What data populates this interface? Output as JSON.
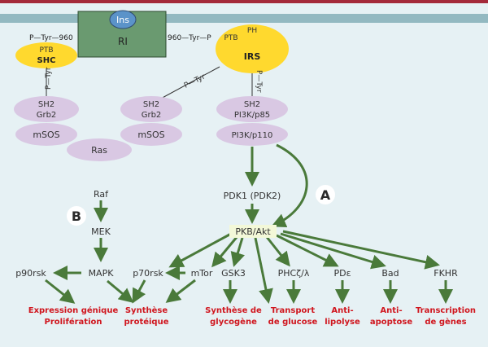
{
  "colors": {
    "background": "#e6f1f4",
    "top_stripe": "#a42a3a",
    "membrane": "#93b9c1",
    "receptor": "#6a9a70",
    "insulin": "#5b93c9",
    "yellow": "#ffd92e",
    "lavender": "#d9c8e3",
    "arrow": "#4a7a3a",
    "output_text": "#d0161e",
    "label_a_bg": "#ffffff",
    "label_a_text": "#2a2a2a"
  },
  "receptor": {
    "insulin": "Ins",
    "name": "RI",
    "left_site": "P—Tyr—960",
    "right_site": "960—Tyr—P"
  },
  "shc": {
    "ptb": "PTB",
    "name": "SHC",
    "link": "P—Tyr"
  },
  "irs": {
    "ph": "PH",
    "ptb": "PTB",
    "name": "IRS",
    "link_right": "P—Tyr",
    "link_left": "P—Tyr"
  },
  "grb2_left": {
    "sh2": "SH2",
    "name": "Grb2"
  },
  "grb2_mid": {
    "sh2": "SH2",
    "name": "Grb2"
  },
  "pi3k": {
    "sh2": "SH2",
    "p85": "PI3K/p85",
    "p110": "PI3K/p110"
  },
  "msos_left": "mSOS",
  "msos_mid": "mSOS",
  "ras": "Ras",
  "raf": "Raf",
  "mek": "MEK",
  "mapk": "MAPK",
  "p90rsk": "p90rsk",
  "p70rsk": "p70rsk",
  "mtor": "mTor",
  "pdk": "PDK1 (PDK2)",
  "pkb": "PKB/Akt",
  "gsk3": "GSK3",
  "phc": "PHCζ/λ",
  "pde": "PDε",
  "bad": "Bad",
  "fkhr": "FKHR",
  "marker_a": "A",
  "marker_b": "B",
  "outputs": {
    "expression": {
      "line1": "Expression génique",
      "line2": "Prolifération"
    },
    "synthese_proteique": {
      "line1": "Synthèse",
      "line2": "protéique"
    },
    "synthese_glycogene": {
      "line1": "Synthèse de",
      "line2": "glycogène"
    },
    "transport": {
      "line1": "Transport",
      "line2": "de glucose"
    },
    "antilipolyse": {
      "line1": "Anti-",
      "line2": "lipolyse"
    },
    "antiapoptose": {
      "line1": "Anti-",
      "line2": "apoptose"
    },
    "transcription": {
      "line1": "Transcription",
      "line2": "de gènes"
    }
  }
}
